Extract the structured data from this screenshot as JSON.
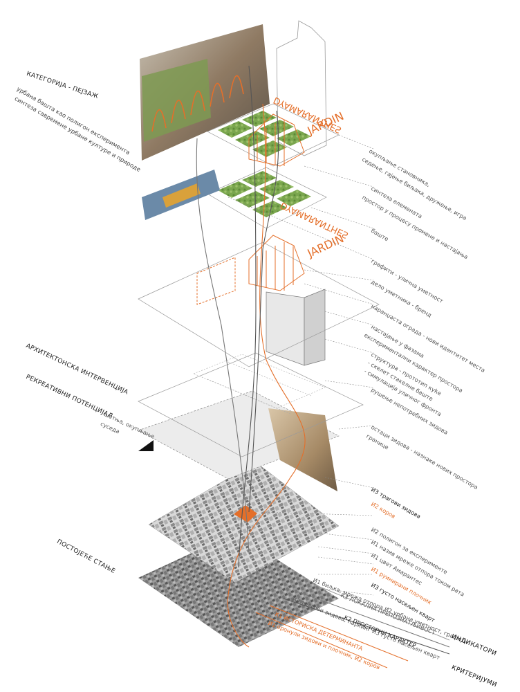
{
  "colors": {
    "orange": "#e46f2a",
    "grey": "#888888",
    "dark": "#222222",
    "plane": "#bdbdbd"
  },
  "left_labels": {
    "kategorija": "КАТЕГОРИЈА - ПЕЈЗАЖ",
    "kategorija_sub1": "урбана башта као полигон експеримента",
    "kategorija_sub2": "синтеза савремене урбане културе и природе",
    "arh": "АРХИТЕКТОНСКА ИНТЕРВЕНЦИЈА",
    "rekr": "РЕКРЕАТИВНИ ПОТЕНЦИЈАЛ",
    "rekr_sub1": "шетња, окупљање",
    "rekr_sub2": "суседа",
    "postojece": "ПОСТОЈЕЋЕ СТАЊЕ"
  },
  "annotations": [
    "окупљање становника,",
    "седење, гајење биљака, дружење, игра",
    "синтеза елемената",
    "простор у процесу промене и настајања",
    "баште",
    "графити - улична уметност",
    "дело уметника - бренд",
    "наранџаста ограда - нови идентитет места",
    "настајање у фазама",
    "експериментални карактер простора",
    "структура - прототип куће",
    "- скелет стакелне баште",
    "- симулација уличног фронта",
    "рушење непотребних зидова",
    "остаци зидова - назнаке нових простора",
    "границе",
    "И3 трагови зидова",
    "И2 коров",
    "И2 полигон за експерименте",
    "И1 назив мреже отпора током рата",
    "И1 цвет Амарантес",
    "И1 руинирани плочник",
    "И3 густо насељен кварт"
  ],
  "bottom": {
    "k3_detail": "И1 биљка, мрежа отпора И2 урбана уметност, графити",
    "k3": "К3 ЛОКАЛНА ПРЕПОЗНАТЉИВОСТ",
    "k2_detail": "И2 трагови зидова, паркинг И3 густо насељен кварт",
    "k2": "К2 ПРОСТОРНИ КАРАКТЕР",
    "k1": "К1 ИСТОРИСКА ДЕТЕРМИНАНТА",
    "k1_detail": "И1 оронули зидови и плочник, И2 коров",
    "indikatori": "ИНДИКАТОРИ",
    "kriterijumi": "КРИТЕРИЈУМИ"
  },
  "signage": {
    "top": "DYAMARANTHES",
    "top2": "JARDIN",
    "mid": "DYAMARANTHES",
    "mid2": "JARDIN"
  }
}
